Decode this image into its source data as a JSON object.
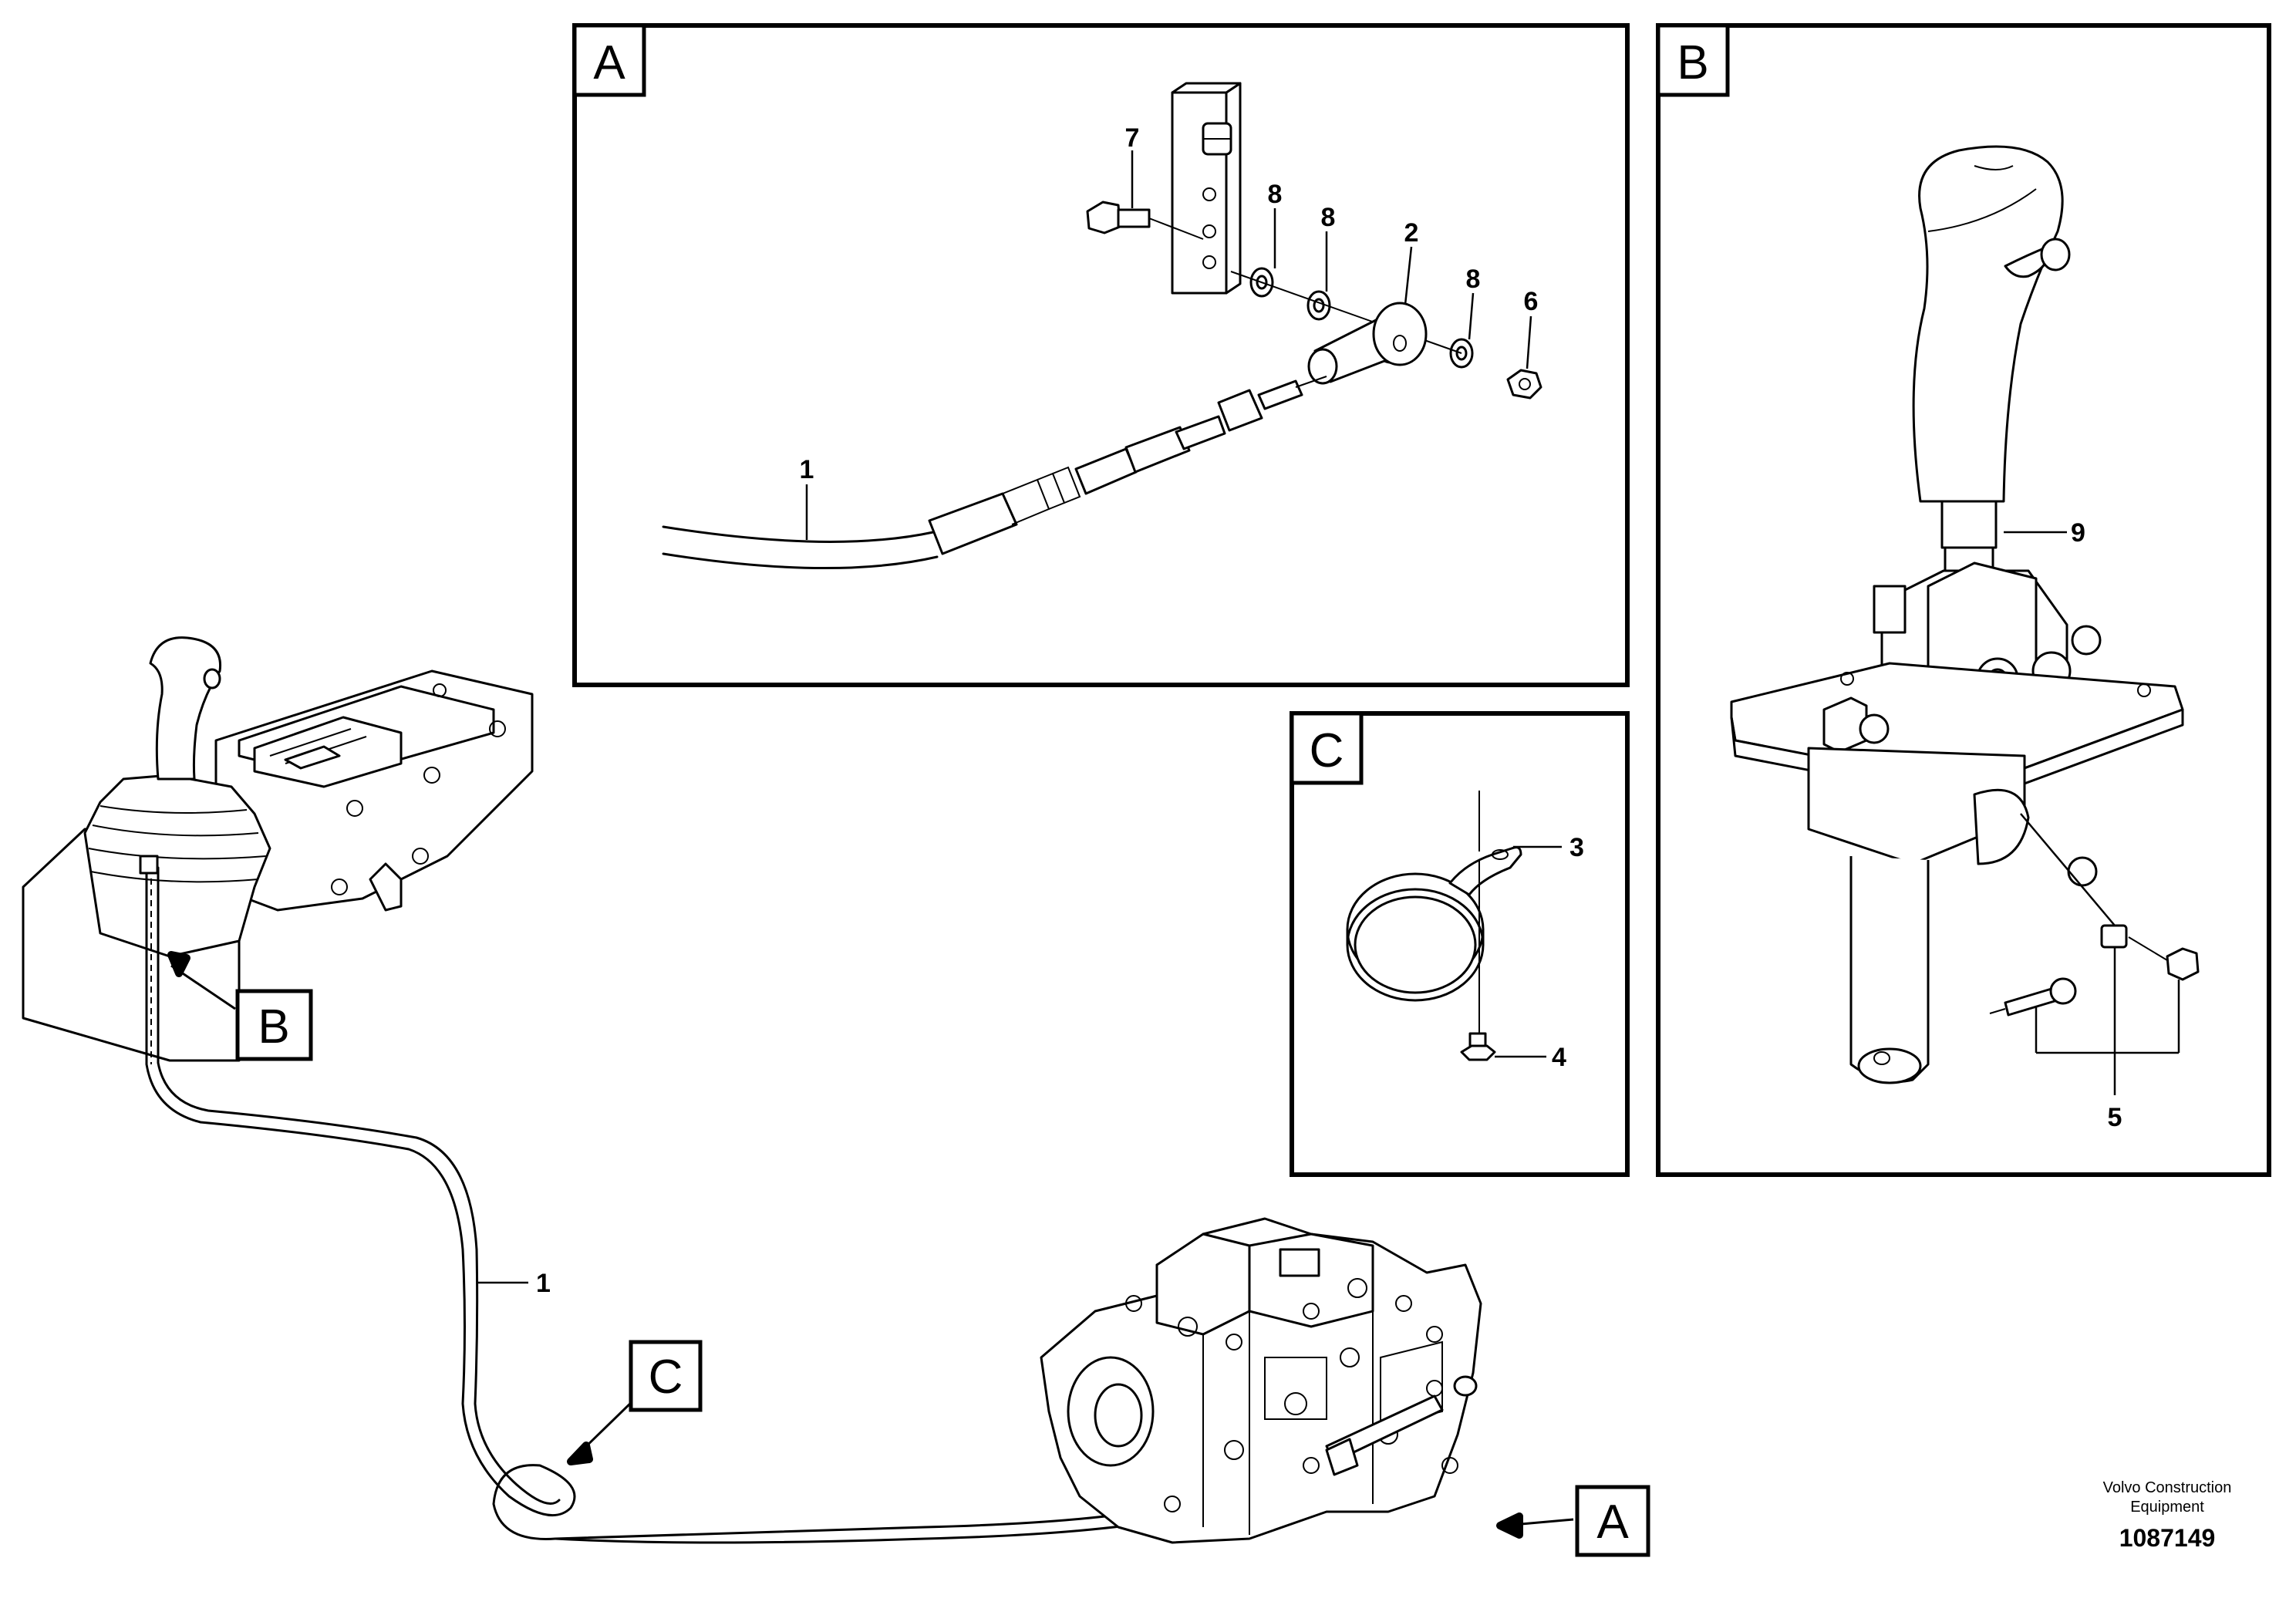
{
  "panels": {
    "a": {
      "tag": "A"
    },
    "b": {
      "tag": "B"
    },
    "c": {
      "tag": "C"
    }
  },
  "callouts": {
    "a": "A",
    "b": "B",
    "c": "C"
  },
  "panel_a_labels": [
    "7",
    "8",
    "8",
    "2",
    "8",
    "6",
    "1"
  ],
  "panel_b_labels": [
    "9",
    "5"
  ],
  "panel_c_labels": [
    "3",
    "4"
  ],
  "overview_labels": {
    "cable": "1"
  },
  "footer": {
    "company_line1": "Volvo Construction",
    "company_line2": "Equipment",
    "drawing_id": "1087149"
  }
}
